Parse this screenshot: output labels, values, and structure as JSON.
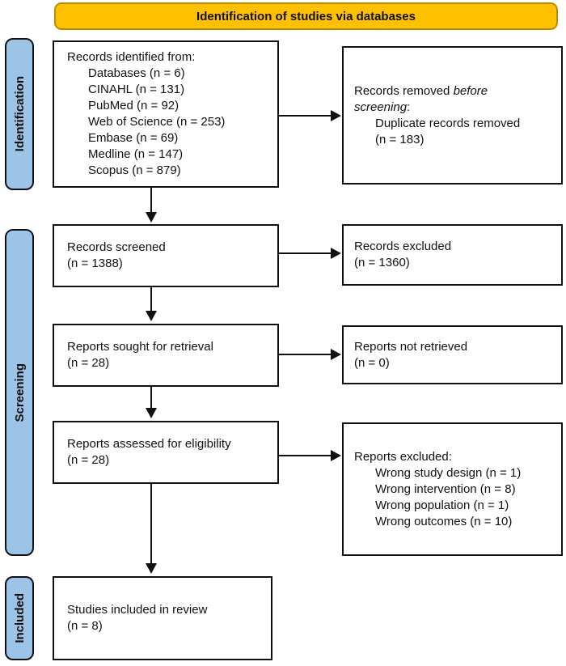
{
  "banner": {
    "label": "Identification of studies via databases"
  },
  "colors": {
    "banner_fill": "#FFC000",
    "banner_border": "#BC8C00",
    "stage_fill": "#9DC3E6",
    "box_border": "#111111",
    "background": "#FFFFFF"
  },
  "stages": {
    "identification": "Identification",
    "screening": "Screening",
    "included": "Included"
  },
  "boxes": {
    "records_identified": {
      "lines": [
        {
          "t": "Records identified from:"
        },
        {
          "t": "Databases (n = 6)",
          "indent": 1
        },
        {
          "t": "CINAHL (n = 131)",
          "indent": 1
        },
        {
          "t": "PubMed (n = 92)",
          "indent": 1
        },
        {
          "t": "Web of Science (n = 253)",
          "indent": 1
        },
        {
          "t": "Embase (n = 69)",
          "indent": 1
        },
        {
          "t": "Medline (n = 147)",
          "indent": 1
        },
        {
          "t": "Scopus (n = 879)",
          "indent": 1
        }
      ]
    },
    "records_removed": {
      "lines": [
        {
          "parts": [
            {
              "t": "Records removed "
            },
            {
              "t": "before",
              "i": true
            }
          ]
        },
        {
          "parts": [
            {
              "t": "screening",
              "i": true
            },
            {
              "t": ":"
            }
          ]
        },
        {
          "t": "Duplicate records removed",
          "indent": 1
        },
        {
          "t": "(n = 183)",
          "indent": 1
        }
      ]
    },
    "records_screened": {
      "lines": [
        {
          "t": "Records screened"
        },
        {
          "t": "(n = 1388)"
        }
      ]
    },
    "records_excluded": {
      "lines": [
        {
          "t": "Records excluded"
        },
        {
          "t": "(n = 1360)"
        }
      ]
    },
    "reports_sought": {
      "lines": [
        {
          "t": "Reports sought for retrieval"
        },
        {
          "t": "(n = 28)"
        }
      ]
    },
    "reports_not_retrieved": {
      "lines": [
        {
          "t": "Reports not retrieved"
        },
        {
          "t": "(n = 0)"
        }
      ]
    },
    "reports_assessed": {
      "lines": [
        {
          "t": "Reports assessed for eligibility"
        },
        {
          "t": "(n = 28)"
        }
      ]
    },
    "reports_excluded": {
      "lines": [
        {
          "t": "Reports excluded:"
        },
        {
          "t": "Wrong study design (n = 1)",
          "indent": 1
        },
        {
          "t": "Wrong intervention (n = 8)",
          "indent": 1
        },
        {
          "t": "Wrong population (n = 1)",
          "indent": 1
        },
        {
          "t": "Wrong outcomes (n = 10)",
          "indent": 1
        }
      ]
    },
    "studies_included": {
      "lines": [
        {
          "t": "Studies included in review"
        },
        {
          "t": "(n = 8)"
        }
      ]
    }
  }
}
